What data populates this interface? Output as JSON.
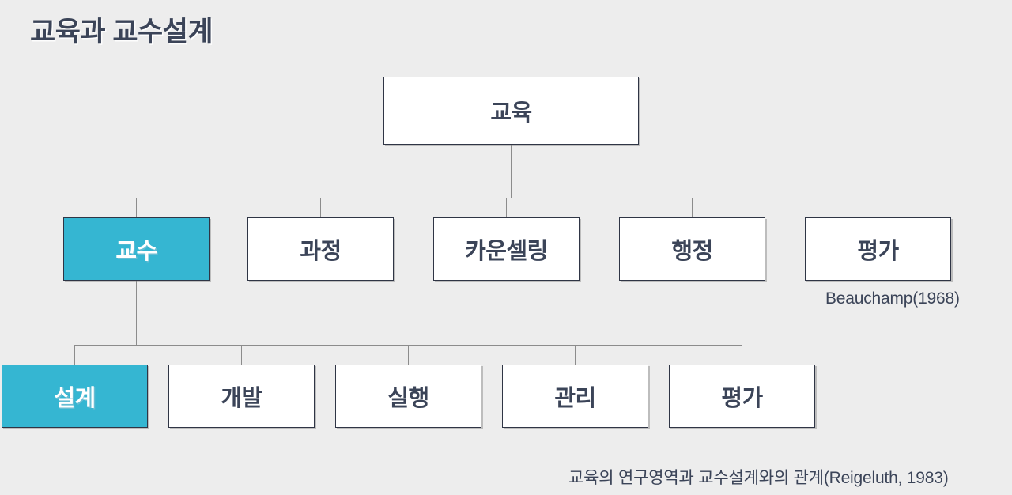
{
  "slide": {
    "title": "교육과 교수설계",
    "background_color": "#ededed",
    "text_color": "#3b4458",
    "highlight_color": "#35b6d2",
    "box_fill_color": "#ffffff",
    "box_border_color": "#2f3545",
    "connector_color": "#8c8c8c"
  },
  "diagram": {
    "type": "tree",
    "root": {
      "label": "교육",
      "highlighted": false
    },
    "level2": [
      {
        "label": "교수",
        "highlighted": true
      },
      {
        "label": "과정",
        "highlighted": false
      },
      {
        "label": "카운셀링",
        "highlighted": false
      },
      {
        "label": "행정",
        "highlighted": false
      },
      {
        "label": "평가",
        "highlighted": false
      }
    ],
    "level3_parent": "교수",
    "level3": [
      {
        "label": "설계",
        "highlighted": true
      },
      {
        "label": "개발",
        "highlighted": false
      },
      {
        "label": "실행",
        "highlighted": false
      },
      {
        "label": "관리",
        "highlighted": false
      },
      {
        "label": "평가",
        "highlighted": false
      }
    ]
  },
  "captions": {
    "level2_source": "Beauchamp(1968)",
    "level3_source": "교육의 연구영역과 교수설계와의 관계(Reigeluth, 1983)"
  }
}
